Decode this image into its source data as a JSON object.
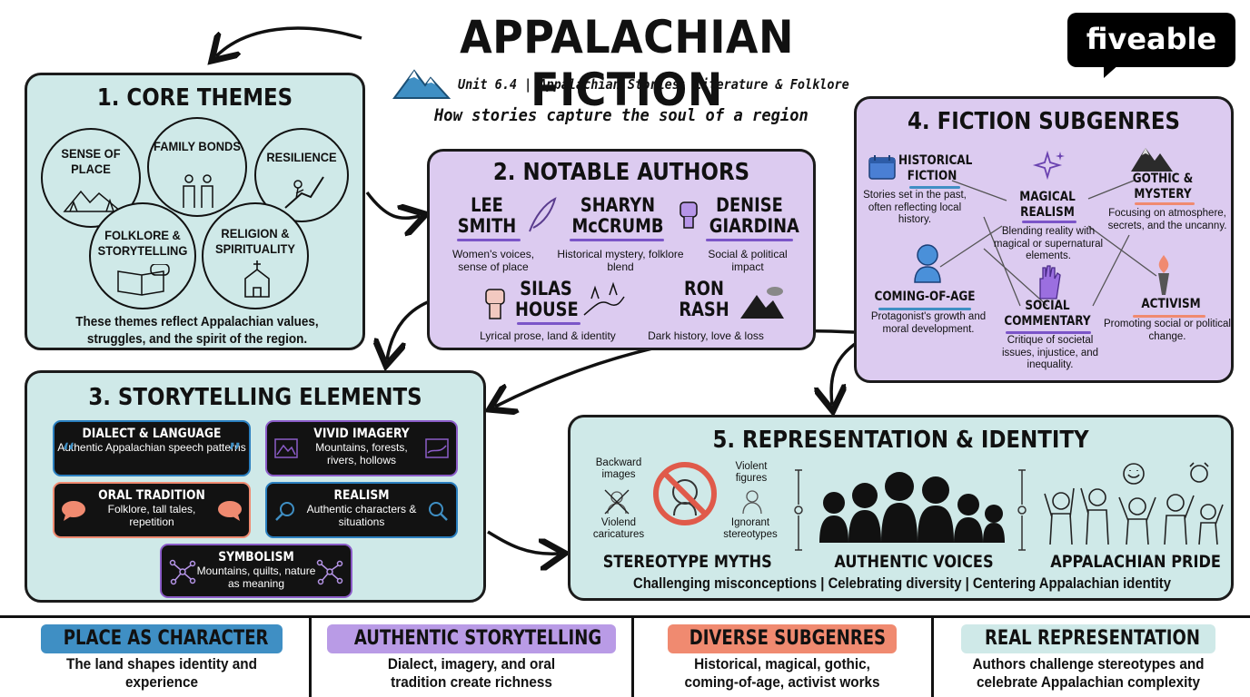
{
  "header": {
    "title": "APPALACHIAN FICTION",
    "subtitle": "Unit 6.4 | Appalachian Stories: Literature & Folklore",
    "tagline": "How stories capture the soul of a region",
    "logo": "fiveable"
  },
  "core_themes": {
    "title": "1. CORE THEMES",
    "themes": [
      "SENSE OF PLACE",
      "FAMILY BONDS",
      "RESILIENCE",
      "FOLKLORE & STORYTELLING",
      "RELIGION & SPIRITUALITY"
    ],
    "footer": "These themes reflect Appalachian values, struggles, and the spirit of the region."
  },
  "notable_authors": {
    "title": "2. NOTABLE AUTHORS",
    "authors": [
      {
        "name": "LEE SMITH",
        "desc": "Women's voices, sense of place"
      },
      {
        "name": "SHARYN McCRUMB",
        "desc": "Historical mystery, folklore blend"
      },
      {
        "name": "DENISE GIARDINA",
        "desc": "Social & political impact"
      },
      {
        "name": "SILAS HOUSE",
        "desc": "Lyrical prose, land & identity"
      },
      {
        "name": "RON RASH",
        "desc": "Dark history, love & loss"
      }
    ]
  },
  "storytelling_elements": {
    "title": "3. STORYTELLING ELEMENTS",
    "elements": [
      {
        "title": "DIALECT & LANGUAGE",
        "desc": "Authentic Appalachian speech patterns"
      },
      {
        "title": "VIVID IMAGERY",
        "desc": "Mountains, forests, rivers, hollows"
      },
      {
        "title": "ORAL TRADITION",
        "desc": "Folklore, tall tales, repetition"
      },
      {
        "title": "REALISM",
        "desc": "Authentic characters & situations"
      },
      {
        "title": "SYMBOLISM",
        "desc": "Mountains, quilts, nature as meaning"
      }
    ]
  },
  "fiction_subgenres": {
    "title": "4. FICTION SUBGENRES",
    "subgenres": [
      {
        "title": "HISTORICAL FICTION",
        "desc": "Stories set in the past, often reflecting local history."
      },
      {
        "title": "MAGICAL REALISM",
        "desc": "Blending reality with magical or supernatural elements."
      },
      {
        "title": "GOTHIC & MYSTERY",
        "desc": "Focusing on atmosphere, secrets, and the uncanny."
      },
      {
        "title": "COMING-OF-AGE",
        "desc": "Protagonist's growth and moral development."
      },
      {
        "title": "SOCIAL COMMENTARY",
        "desc": "Critique of societal issues, injustice, and inequality."
      },
      {
        "title": "ACTIVISM",
        "desc": "Promoting social or political change."
      }
    ]
  },
  "representation": {
    "title": "5. REPRESENTATION & IDENTITY",
    "stereotype_labels": [
      "Backward images",
      "Violent figures",
      "Violend caricatures",
      "Ignorant stereotypes"
    ],
    "columns": [
      "STEREOTYPE MYTHS",
      "AUTHENTIC VOICES",
      "APPALACHIAN PRIDE"
    ],
    "footer": "Challenging misconceptions | Celebrating diversity | Centering Appalachian identity"
  },
  "footer": [
    {
      "title": "PLACE AS CHARACTER",
      "desc": "The land shapes identity and experience",
      "color": "#3f8fc4"
    },
    {
      "title": "AUTHENTIC STORYTELLING",
      "desc": "Dialect, imagery, and oral tradition create richness",
      "color": "#b99be6"
    },
    {
      "title": "DIVERSE SUBGENRES",
      "desc": "Historical, magical, gothic, coming-of-age, activist works",
      "color": "#f08a70"
    },
    {
      "title": "REAL REPRESENTATION",
      "desc": "Authors challenge stereotypes and celebrate Appalachian complexity",
      "color": "#cfe9e8"
    }
  ]
}
